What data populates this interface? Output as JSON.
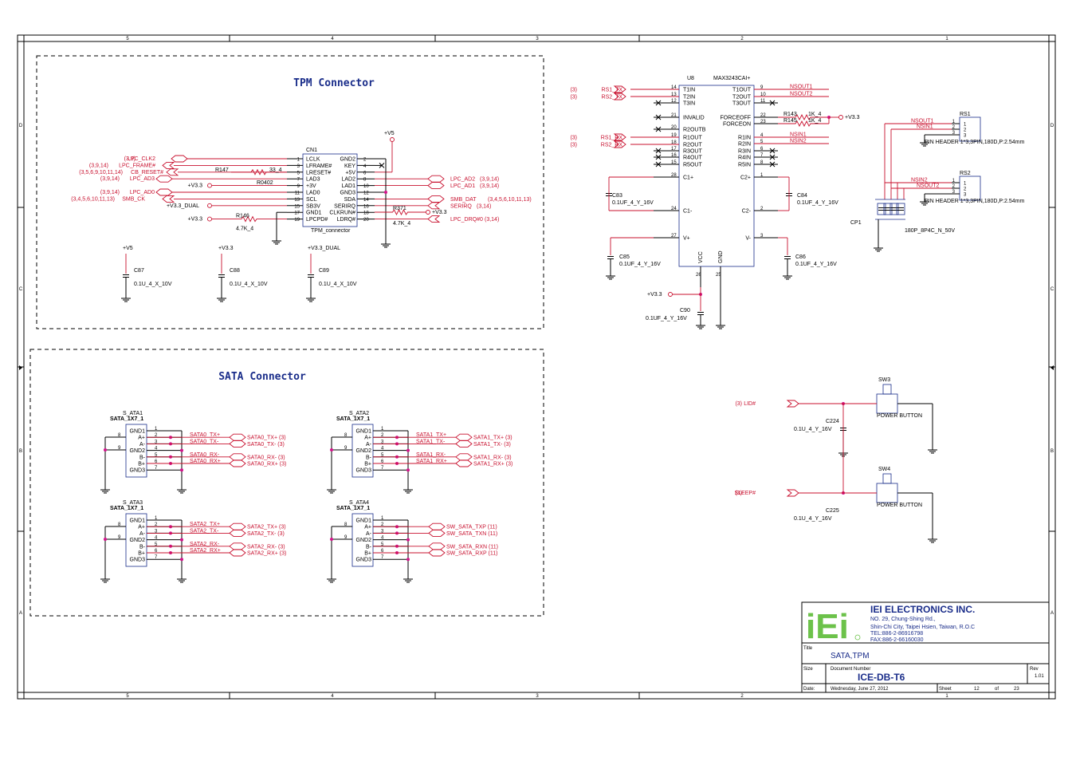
{
  "border": {
    "top_ruler": [
      "5",
      "4",
      "3",
      "2",
      "1"
    ],
    "bottom_ruler": [
      "5",
      "4",
      "3",
      "2",
      "1"
    ],
    "side_ruler": [
      "D",
      "C",
      "B",
      "A"
    ]
  },
  "sections": {
    "tpm_title": "TPM Connector",
    "sata_title": "SATA Connector"
  },
  "cn1": {
    "ref": "CN1",
    "name": "TPM_connector",
    "pins_left": [
      "LCLK",
      "LFRAME#",
      "LRESET#",
      "LAD3",
      "+3V",
      "LAD0",
      "SCL",
      "SB3V",
      "GND1",
      "LPCPD#"
    ],
    "pins_right": [
      "GND2",
      "KEY",
      "+5V",
      "LAD2",
      "LAD1",
      "GND3",
      "SDA",
      "SERIRQ",
      "CLKRUN#",
      "LDRQ#"
    ],
    "num_left": [
      "1",
      "3",
      "5",
      "7",
      "9",
      "11",
      "13",
      "15",
      "17",
      "19"
    ],
    "num_right": [
      "2",
      "4",
      "6",
      "8",
      "10",
      "12",
      "14",
      "16",
      "18",
      "20"
    ],
    "nets_left": [
      "LPC_CLK2",
      "LPC_FRAME#",
      "CB_RESET#",
      "LPC_AD3",
      "+V3.3",
      "LPC_AD0",
      "SMB_CK",
      "+V3.3_DUAL",
      "",
      "+V3.3"
    ],
    "refs_left": [
      "(3,9)",
      "(3,9,14)",
      "(3,5,6,9,10,11,14)",
      "(3,9,14)",
      "",
      "(3,9,14)",
      "(3,4,5,6,10,11,13)",
      "",
      "",
      ""
    ],
    "nets_right": [
      "LPC_AD2",
      "LPC_AD1",
      "SMB_DAT",
      "SERIRQ",
      "LPC_DRQ#0"
    ],
    "refs_right": [
      "(3,9,14)",
      "(3,9,14)",
      "(3,4,5,6,10,11,13)",
      "(3,14)",
      "(3,14)"
    ],
    "r147": "R147",
    "r147_val": "33_4",
    "r0402": "R0402",
    "r146": "R146",
    "r146_val": "4.7K_4",
    "r371": "R371",
    "r371_val": "4.7K_4",
    "v5": "+V5"
  },
  "tpm_caps": [
    {
      "rail": "+V5",
      "ref": "C87",
      "val": "0.1U_4_X_10V"
    },
    {
      "rail": "+V3.3",
      "ref": "C88",
      "val": "0.1U_4_X_10V"
    },
    {
      "rail": "+V3.3_DUAL",
      "ref": "C89",
      "val": "0.1U_4_X_10V"
    }
  ],
  "u8": {
    "ref": "U8",
    "part": "MAX3243CAI+",
    "pins_left": [
      "T1IN",
      "T2IN",
      "T3IN",
      "INVALID",
      "R2OUTB",
      "R1OUT",
      "R2OUT",
      "R3OUT",
      "R4OUT",
      "R5OUT",
      "C1+",
      "C1-",
      "V+"
    ],
    "num_left": [
      "14",
      "13",
      "12",
      "21",
      "20",
      "19",
      "18",
      "17",
      "16",
      "15",
      "28",
      "24",
      "27"
    ],
    "pins_right": [
      "T1OUT",
      "T2OUT",
      "T3OUT",
      "FORCEOFF",
      "FORCEON",
      "R1IN",
      "R2IN",
      "R3IN",
      "R4IN",
      "R5IN",
      "C2+",
      "C2-",
      "V-"
    ],
    "num_right": [
      "9",
      "10",
      "11",
      "22",
      "23",
      "4",
      "5",
      "6",
      "7",
      "8",
      "1",
      "2",
      "3"
    ],
    "pins_bottom": [
      "VCC",
      "GND"
    ],
    "num_bottom": [
      "26",
      "25"
    ],
    "nets_left": [
      "RS1_TX",
      "RS2_TX",
      "RS1_RX",
      "RS2_RX"
    ],
    "refs_left": [
      "(3)",
      "(3)",
      "(3)",
      "(3)"
    ],
    "nets_right": [
      "NSOUT1",
      "NSOUT2",
      "NSIN1",
      "NSIN2"
    ],
    "r143": "R143",
    "r143_val": "1K_4",
    "r145": "R145",
    "r145_val": "1K_4",
    "v33": "+V3.3",
    "v33_bottom": "+V3.3"
  },
  "u8_caps": [
    {
      "ref": "C83",
      "val": "0.1UF_4_Y_16V"
    },
    {
      "ref": "C84",
      "val": "0.1UF_4_Y_16V"
    },
    {
      "ref": "C85",
      "val": "0.1UF_4_Y_16V"
    },
    {
      "ref": "C86",
      "val": "0.1UF_4_Y_16V"
    },
    {
      "ref": "C90",
      "val": "0.1UF_4_Y_16V"
    }
  ],
  "rs": [
    {
      "ref": "RS1",
      "n1": "NSOUT1",
      "n2": "NSIN1",
      "desc": "PIN HEADER 1*3,3PIN,180D,P:2.54mm"
    },
    {
      "ref": "RS2",
      "n1": "NSIN2",
      "n2": "NSOUT2",
      "desc": "PIN HEADER 1*3,3PIN,180D,P:2.54mm"
    }
  ],
  "rs_pins": [
    "1",
    "2",
    "3"
  ],
  "cp1": {
    "ref": "CP1",
    "val": "180P_8P4C_N_50V"
  },
  "sata": [
    {
      "ref": "S_ATA1",
      "part": "SATA_1X7_1",
      "tx_p": "SATA0_TX+",
      "tx_n": "SATA0_TX-",
      "rx_n": "SATA0_RX-",
      "rx_p": "SATA0_RX+",
      "otx_p": "SATA0_TX+ (3)",
      "otx_n": "SATA0_TX- (3)",
      "orx_n": "SATA0_RX- (3)",
      "orx_p": "SATA0_RX+ (3)"
    },
    {
      "ref": "S_ATA2",
      "part": "SATA_1X7_1",
      "tx_p": "SATA1_TX+",
      "tx_n": "SATA1_TX-",
      "rx_n": "SATA1_RX-",
      "rx_p": "SATA1_RX+",
      "otx_p": "SATA1_TX+ (3)",
      "otx_n": "SATA1_TX- (3)",
      "orx_n": "SATA1_RX- (3)",
      "orx_p": "SATA1_RX+ (3)"
    },
    {
      "ref": "S_ATA3",
      "part": "SATA_1X7_1",
      "tx_p": "SATA2_TX+",
      "tx_n": "SATA2_TX-",
      "rx_n": "SATA2_RX-",
      "rx_p": "SATA2_RX+",
      "otx_p": "SATA2_TX+ (3)",
      "otx_n": "SATA2_TX- (3)",
      "orx_n": "SATA2_RX- (3)",
      "orx_p": "SATA2_RX+ (3)"
    },
    {
      "ref": "S_ATA4",
      "part": "SATA_1X7_1",
      "tx_p": "",
      "tx_n": "",
      "rx_n": "",
      "rx_p": "",
      "otx_p": "SW_SATA_TXP (11)",
      "otx_n": "SW_SATA_TXN (11)",
      "orx_n": "SW_SATA_RXN (11)",
      "orx_p": "SW_SATA_RXP (11)"
    }
  ],
  "sata_pins": [
    "GND1",
    "A+",
    "A-",
    "GND2",
    "B-",
    "B+",
    "GND3"
  ],
  "sata_nums": [
    "1",
    "2",
    "3",
    "4",
    "5",
    "6",
    "7"
  ],
  "sata_8": "8",
  "sata_9": "9",
  "switches": [
    {
      "ref": "SW3",
      "net": "LID#",
      "netref": "(3)",
      "label": "POWER BUTTON",
      "cap": "C224",
      "cap_val": "0.1U_4_Y_16V"
    },
    {
      "ref": "SW4",
      "net": "SLEEP#",
      "netref": "(3)",
      "label": "POWER BUTTON",
      "cap": "C225",
      "cap_val": "0.1U_4_Y_16V"
    }
  ],
  "title_block": {
    "logo": "iEi",
    "company": "IEI ELECTRONICS INC.",
    "addr1": "NO. 29, Chung-Shing Rd.,",
    "addr2": "Shin-Chi City, Taipei Hsien, Taiwan, R.O.C",
    "tel": "TEL:886-2-86916798",
    "fax": "FAX:886-2-66160030",
    "title_lbl": "Title",
    "title": "SATA,TPM",
    "size_lbl": "Size",
    "docnum_lbl": "Document Number",
    "docnum": "ICE-DB-T6",
    "rev_lbl": "Rev",
    "rev": "1.01",
    "date_lbl": "Date:",
    "date": "Wednesday, June 27, 2012",
    "sheet_lbl": "Sheet",
    "sheet": "12",
    "of_lbl": "of",
    "of": "23"
  },
  "colors": {
    "wire": "#c8102e",
    "part": "#1a2d8a",
    "junction": "#d4148c"
  }
}
